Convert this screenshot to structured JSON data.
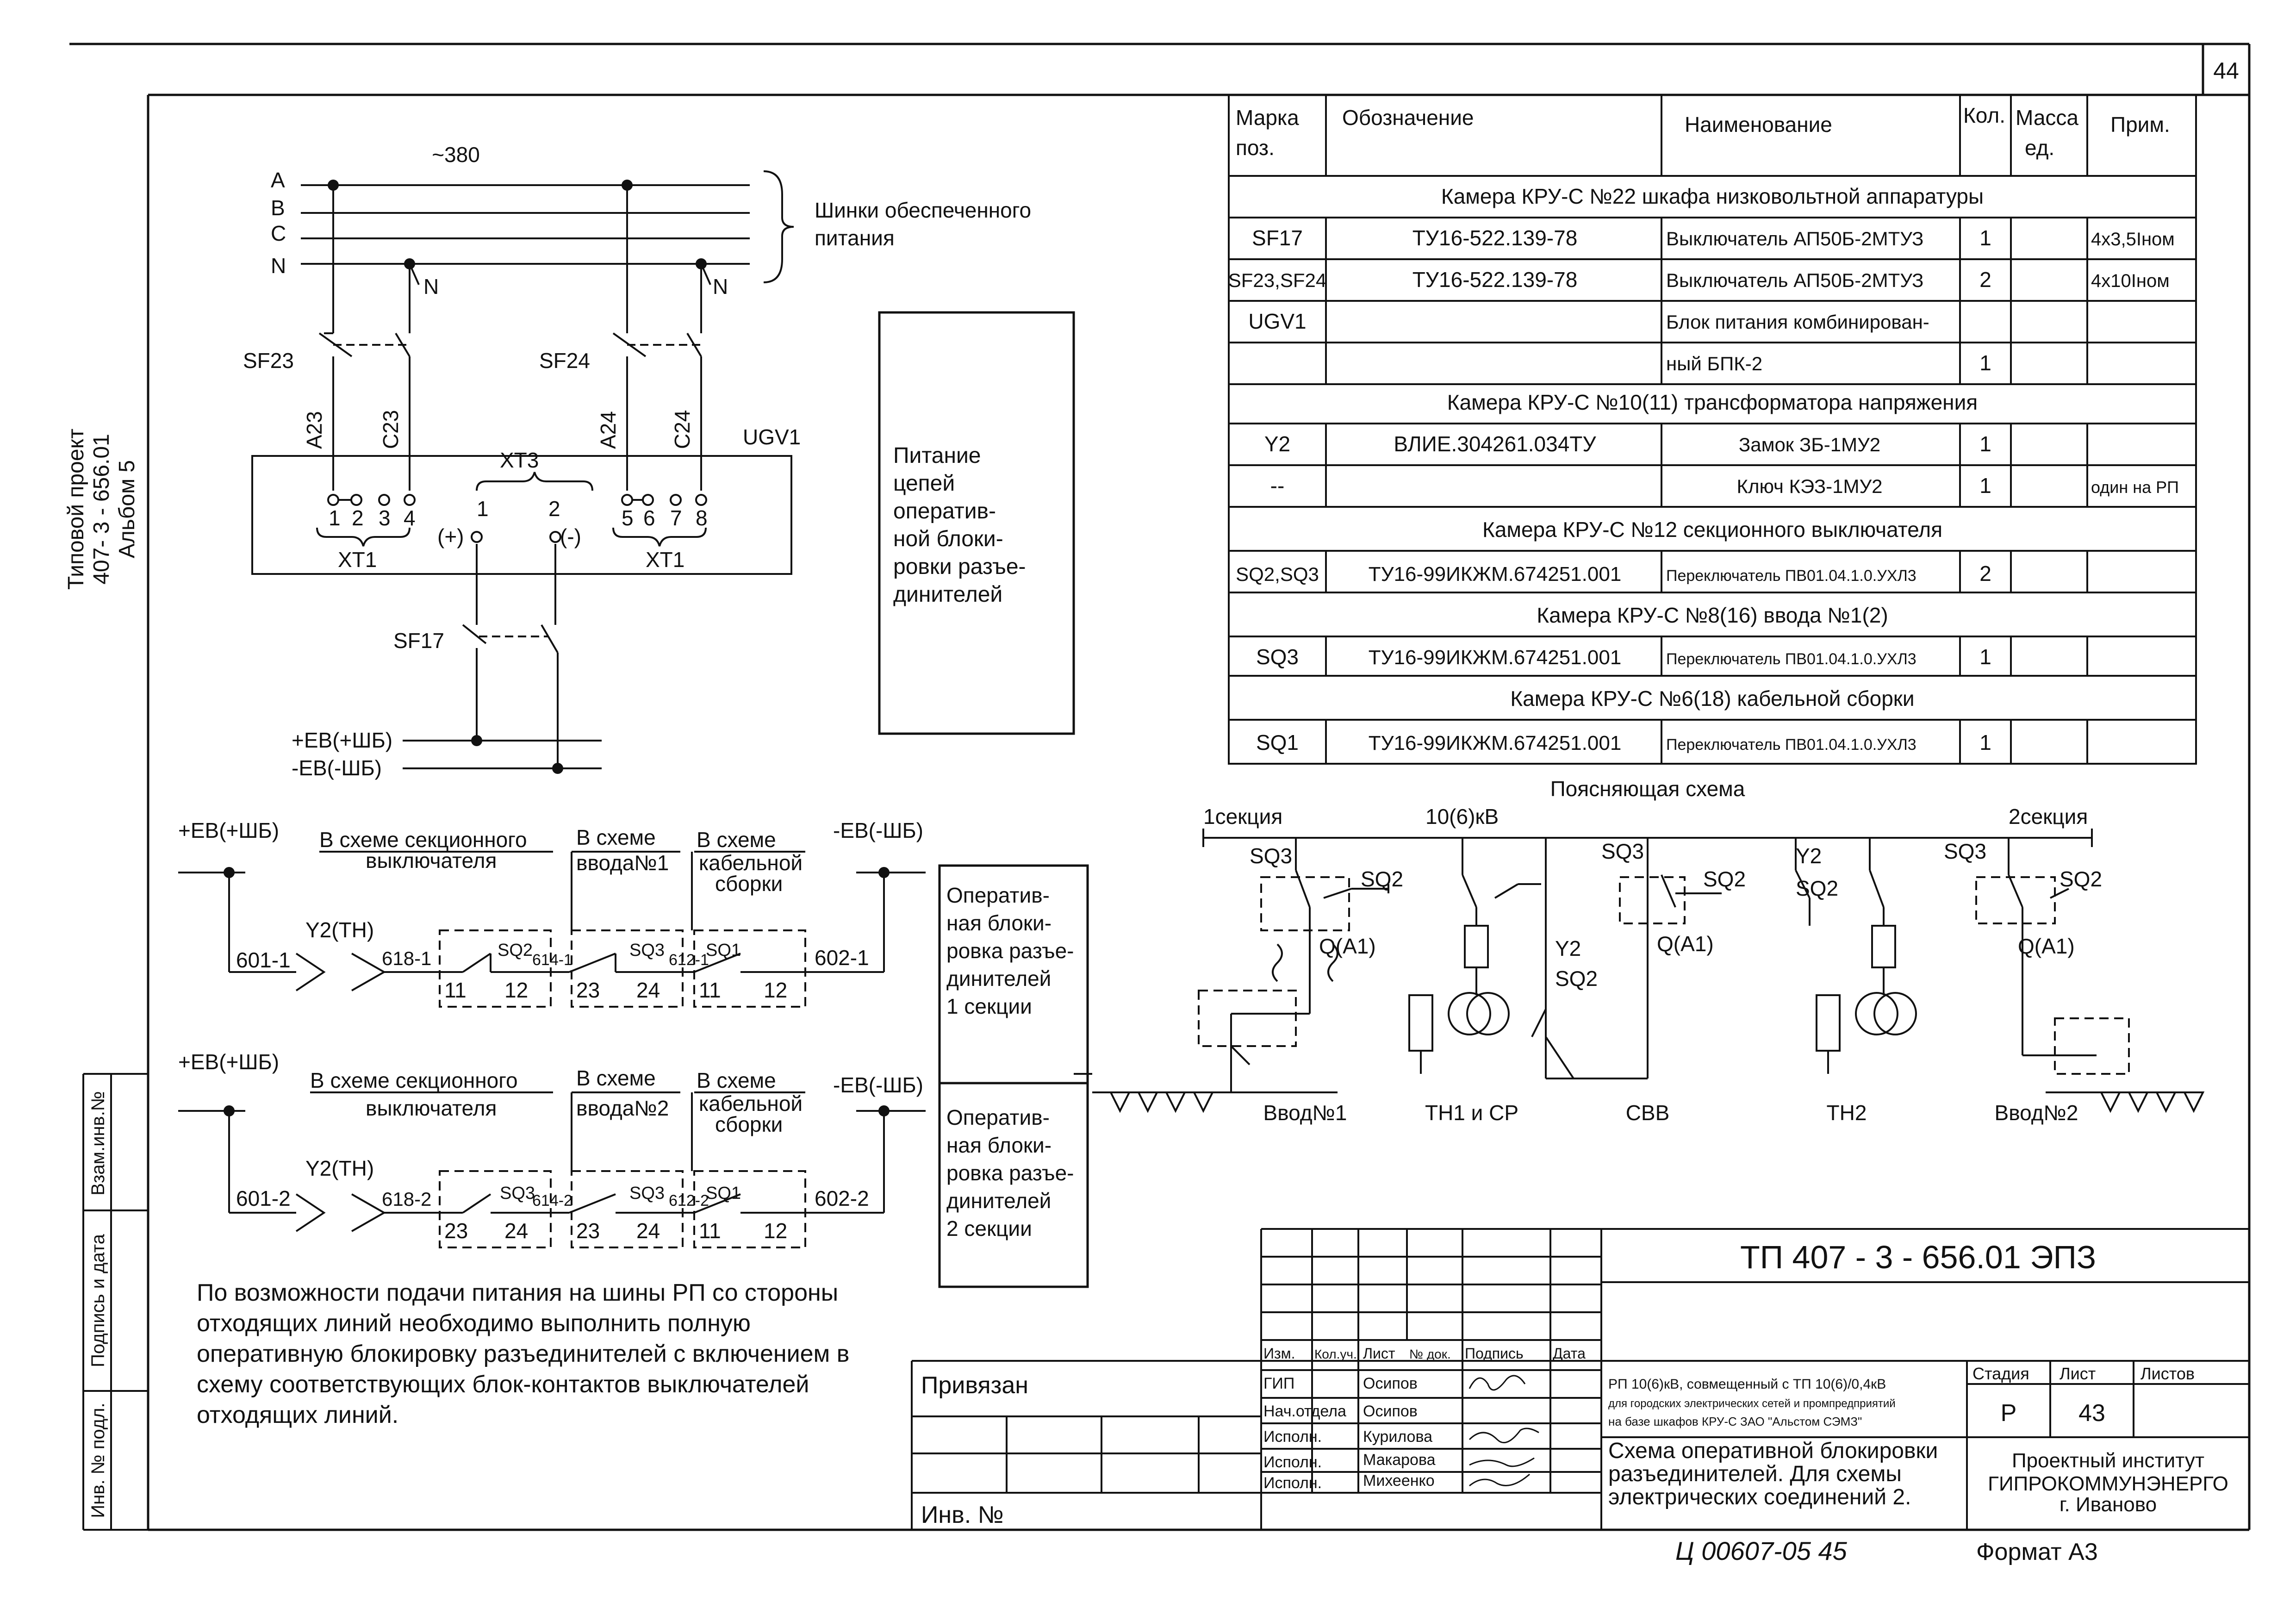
{
  "sheet_number": "44",
  "side_stamp": {
    "line1": "Типовой проект",
    "line2": "407- 3 - 656.01",
    "line3": "Альбом 5"
  },
  "left_strip": {
    "vzam": "Взам.инв.№",
    "podpis": "Подпись и дата",
    "inv_podl": "Инв. № подл."
  },
  "supply": {
    "voltage": "~380",
    "buses": [
      "A",
      "B",
      "C",
      "N"
    ],
    "bus_note_1": "Шинки обеспеченного",
    "bus_note_2": "питания",
    "n_label": "N",
    "sf23": "SF23",
    "sf24": "SF24",
    "sf17": "SF17",
    "wires": [
      "A23",
      "C23",
      "A24",
      "C24"
    ],
    "ugv": "UGV1",
    "xt3": "XT3",
    "xt1": "XT1",
    "term_left": [
      "1",
      "2",
      "3",
      "4"
    ],
    "term_right": [
      "5",
      "6",
      "7",
      "8"
    ],
    "xt3_terms": [
      "1",
      "2"
    ],
    "plus": "(+)",
    "minus": "(-)",
    "ev_plus": "+EB(+ШБ)",
    "ev_minus": "-EB(-ШБ)"
  },
  "power_box": [
    "Питание",
    "цепей",
    "оператив-",
    "ной блоки-",
    "ровки разъе-",
    "динителей"
  ],
  "spec_table": {
    "headers": [
      "Марка поз.",
      "Обозначение",
      "Наименование",
      "Кол.",
      "Масса ед.",
      "Прим."
    ],
    "header_lines": {
      "mark": [
        "Марка",
        "поз."
      ],
      "mass": [
        "Масса",
        "ед."
      ]
    },
    "sections": [
      {
        "title": "Камера КРУ-С №22 шкафа низковольтной аппаратуры",
        "rows": [
          [
            "SF17",
            "ТУ16-522.139-78",
            "Выключатель АП50Б-2МТУЗ",
            "1",
            "",
            "4х3,5Iном"
          ],
          [
            "SF23,SF24",
            "ТУ16-522.139-78",
            "Выключатель АП50Б-2МТУЗ",
            "2",
            "",
            "4х10Iном"
          ],
          [
            "UGV1",
            "",
            "Блок питания комбинирован-",
            "",
            "",
            ""
          ],
          [
            "",
            "",
            "ный БПК-2",
            "1",
            "",
            ""
          ]
        ]
      },
      {
        "title": "Камера КРУ-С №10(11) трансформатора напряжения",
        "rows": [
          [
            "Y2",
            "ВЛИЕ.304261.034ТУ",
            "Замок ЗБ-1МУ2",
            "1",
            "",
            ""
          ],
          [
            "--",
            "",
            "Ключ КЭЗ-1МУ2",
            "1",
            "",
            "один на РП"
          ]
        ]
      },
      {
        "title": "Камера КРУ-С №12 секционного выключателя",
        "rows": [
          [
            "SQ2,SQ3",
            "ТУ16-99ИКЖМ.674251.001",
            "Переключатель ПВ01.04.1.0.УХЛ3",
            "2",
            "",
            ""
          ]
        ]
      },
      {
        "title": "Камера КРУ-С №8(16) ввода №1(2)",
        "rows": [
          [
            "SQ3",
            "ТУ16-99ИКЖМ.674251.001",
            "Переключатель ПВ01.04.1.0.УХЛ3",
            "1",
            "",
            ""
          ]
        ]
      },
      {
        "title": "Камера КРУ-С №6(18) кабельной сборки",
        "rows": [
          [
            "SQ1",
            "ТУ16-99ИКЖМ.674251.001",
            "Переключатель ПВ01.04.1.0.УХЛ3",
            "1",
            "",
            ""
          ]
        ]
      }
    ]
  },
  "explain": {
    "title": "Поясняющая схема",
    "sec1": "1секция",
    "sec2": "2секция",
    "kv": "10(6)кВ",
    "labels": [
      "Ввод№1",
      "ТН1 и СР",
      "СВВ",
      "ТН2",
      "Ввод№2"
    ],
    "sq3": "SQ3",
    "sq2": "SQ2",
    "qa1": "Q(A1)",
    "y2": "Y2"
  },
  "blocking": {
    "ev_plus": "+EB(+ШБ)",
    "ev_minus": "-EB(-ШБ)",
    "sect_1": "В схеме секционного",
    "sect_2": "выключателя",
    "vvod_1": "В схеме",
    "vvod_a": "ввода№1",
    "vvod_b": "ввода№2",
    "cab_1": "В схеме",
    "cab_2": "кабельной",
    "cab_3": "сборки",
    "y2th": "Y2(TH)",
    "row1": {
      "n601": "601-1",
      "n618": "618-1",
      "sq2": "SQ2",
      "n614": "614-1",
      "sq3": "SQ3",
      "n612": "612-1",
      "sq1": "SQ1",
      "n602": "602-1",
      "t": [
        "11",
        "12",
        "23",
        "24",
        "11",
        "12"
      ]
    },
    "row2": {
      "n601": "601-2",
      "n618": "618-2",
      "sq3a": "SQ3",
      "n614": "614-2",
      "sq3b": "SQ3",
      "n612": "612-2",
      "sq1": "SQ1",
      "n602": "602-2",
      "t": [
        "23",
        "24",
        "23",
        "24",
        "11",
        "12"
      ]
    },
    "box1": [
      "Оператив-",
      "ная блоки-",
      "ровка разъе-",
      "динителей",
      "1 секции"
    ],
    "box2": [
      "Оператив-",
      "ная блоки-",
      "ровка разъе-",
      "динителей",
      "2 секции"
    ]
  },
  "note": [
    "По возможности подачи питания на шины РП со стороны",
    "отходящих линий необходимо выполнить полную",
    "оперативную блокировку разъединителей с включением в",
    "схему соответствующих блок-контактов выключателей",
    "отходящих линий."
  ],
  "title_block": {
    "code": "ТП  407 - 3 - 656.01     ЭПЗ",
    "privyazan": "Привязан",
    "inv": "Инв. №",
    "cols": [
      "Изм.",
      "Кол.уч.",
      "Лист",
      "№ док.",
      "Подпись",
      "Дата"
    ],
    "people": [
      [
        "ГИП",
        "Осипов"
      ],
      [
        "Нач.отдела",
        "Осипов"
      ],
      [
        "Исполн.",
        "Курилова"
      ],
      [
        "Исполн.",
        "Макарова"
      ],
      [
        "Исполн.",
        "Михеенко"
      ]
    ],
    "project_1": "РП 10(6)кВ, совмещенный с ТП 10(6)/0,4кВ",
    "project_2": "для городских электрических сетей и промпредприятий",
    "project_3": "на базе шкафов КРУ-С ЗАО \"Альстом СЭМЗ\"",
    "stage_h": "Стадия",
    "sheet_h": "Лист",
    "sheets_h": "Листов",
    "stage": "Р",
    "sheet": "43",
    "name_1": "Схема оперативной блокировки",
    "name_2": "разъединителей. Для схемы",
    "name_3": "электрических соединений 2.",
    "org_1": "Проектный институт",
    "org_2": "ГИПРОКОММУНЭНЕРГО",
    "org_3": "г. Иваново",
    "handwritten": "Ц 00607-05   45",
    "format": "Формат А3"
  }
}
